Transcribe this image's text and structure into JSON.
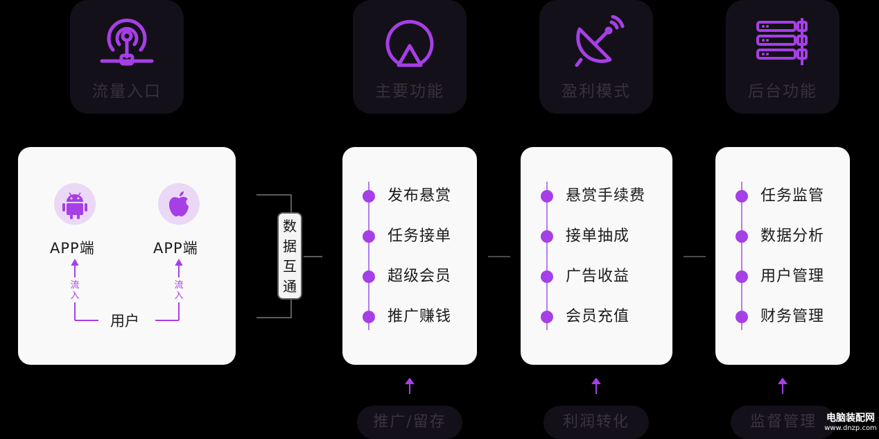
{
  "headers": [
    {
      "label": "流量入口",
      "icon": "broadcast-antenna-icon"
    },
    {
      "label": "主要功能",
      "icon": "location-pin-icon"
    },
    {
      "label": "盈利模式",
      "icon": "satellite-dish-icon"
    },
    {
      "label": "后台功能",
      "icon": "server-rack-icon"
    }
  ],
  "entry": {
    "android_app": "APP端",
    "ios_app": "APP端",
    "flow_in": "流入",
    "user": "用户"
  },
  "data_link": "数据互通",
  "main_features": [
    "发布悬赏",
    "任务接单",
    "超级会员",
    "推广赚钱"
  ],
  "profit_model": [
    "悬赏手续费",
    "接单抽成",
    "广告收益",
    "会员充值"
  ],
  "backend_features": [
    "任务监管",
    "数据分析",
    "用户管理",
    "财务管理"
  ],
  "footers": [
    "推广/留存",
    "利润转化",
    "监督管理"
  ],
  "watermark": {
    "cn": "电脑装配网",
    "en": "www.dnzp.com"
  },
  "colors": {
    "accent": "#a63fe6",
    "panel": "#f9f9f9",
    "dark_card": "#141019"
  }
}
